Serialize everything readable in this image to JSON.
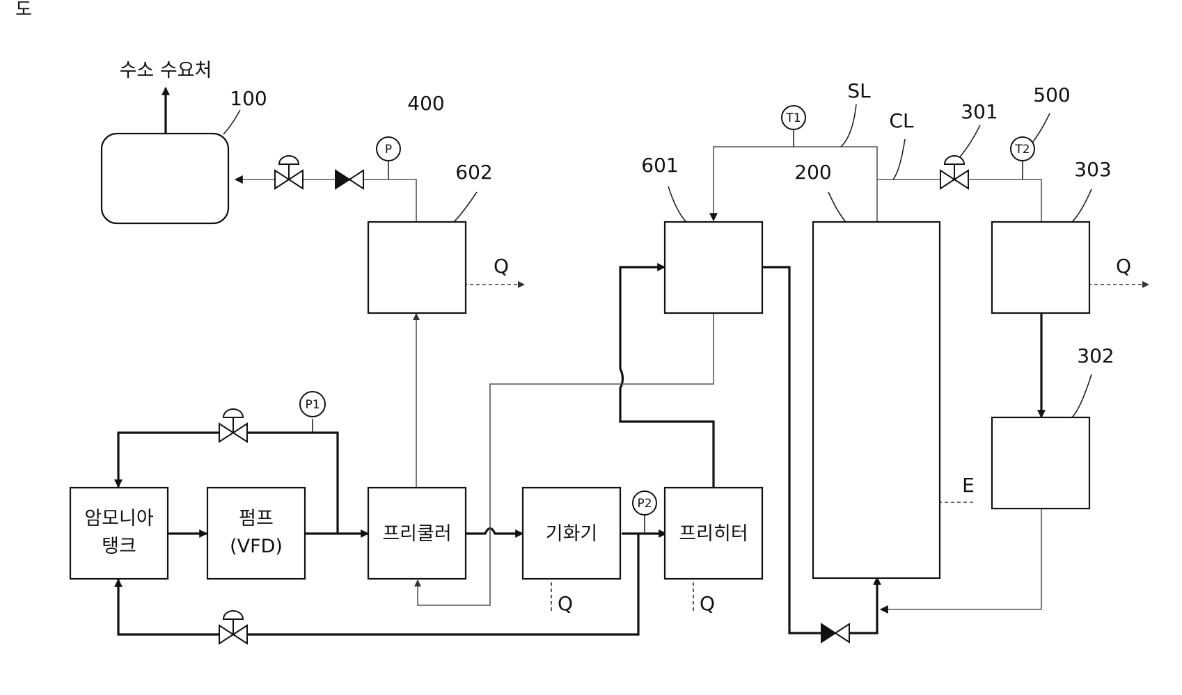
{
  "figure_mark": "도",
  "components": {
    "h2_demand": "수소 수요처",
    "ammonia_tank_1": "암모니아",
    "ammonia_tank_2": "탱크",
    "pump_1": "펌프",
    "pump_2": "(VFD)",
    "precooler": "프리쿨러",
    "vaporizer": "기화기",
    "preheater": "프리히터"
  },
  "refs": {
    "r100": "100",
    "r400": "400",
    "r602": "602",
    "r601": "601",
    "r200": "200",
    "r500": "500",
    "r301": "301",
    "r303": "303",
    "r302": "302",
    "sl": "SL",
    "cl": "CL"
  },
  "gauges": {
    "p": "P",
    "p1": "P1",
    "p2": "P2",
    "t1": "T1",
    "t2": "T2"
  },
  "heat": {
    "q": "Q",
    "e": "E"
  }
}
